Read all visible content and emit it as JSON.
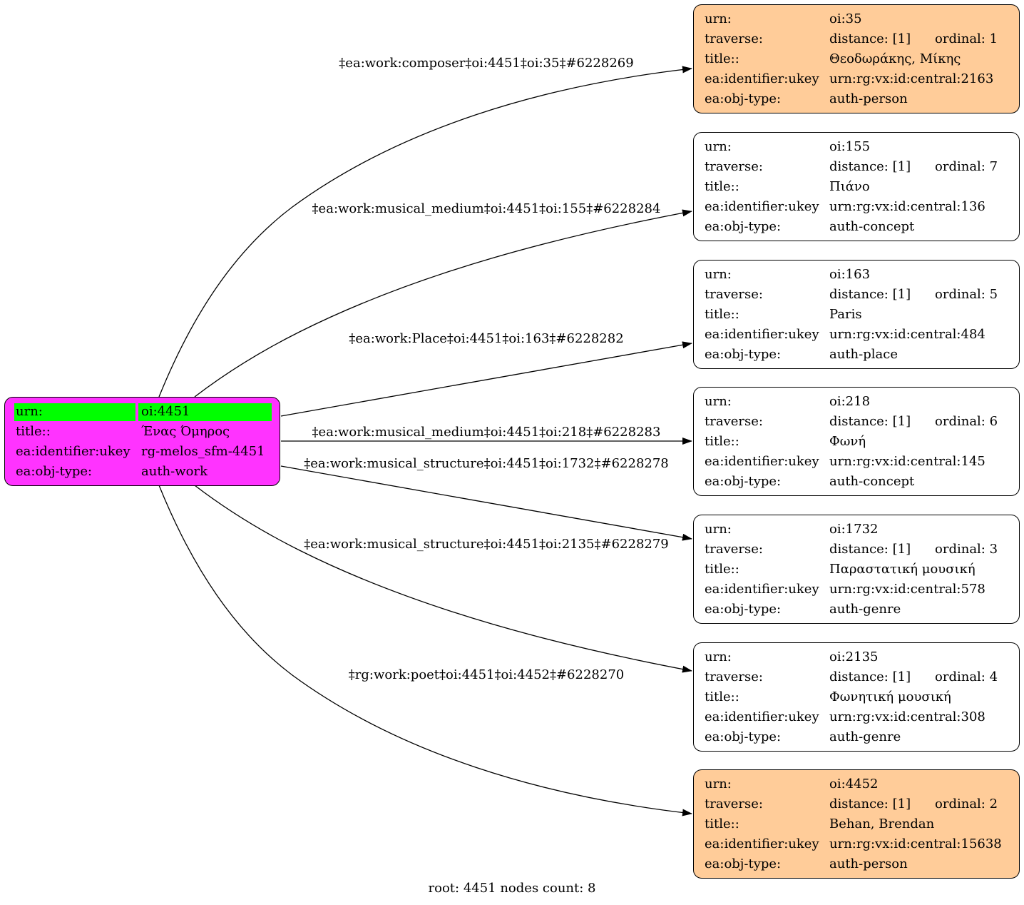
{
  "root": {
    "urn_label": "urn:",
    "urn": "oi:4451",
    "title_label": "title::",
    "title": "Ένας Όμηρος",
    "ukey_label": "ea:identifier:ukey",
    "ukey": "rg-melos_sfm-4451",
    "type_label": "ea:obj-type:",
    "type": "auth-work",
    "fill": "#ff33ff",
    "highlight": "#00ff00"
  },
  "nodes": [
    {
      "urn_label": "urn:",
      "urn": "oi:35",
      "traverse_label": "traverse:",
      "distance": "distance: [1]",
      "ordinal": "ordinal: 1",
      "title_label": "title::",
      "title": "Θεοδωράκης, Μίκης",
      "ukey_label": "ea:identifier:ukey",
      "ukey": "urn:rg:vx:id:central:2163",
      "type_label": "ea:obj-type:",
      "type": "auth-person",
      "fill": "#ffcc99"
    },
    {
      "urn_label": "urn:",
      "urn": "oi:155",
      "traverse_label": "traverse:",
      "distance": "distance: [1]",
      "ordinal": "ordinal: 7",
      "title_label": "title::",
      "title": "Πιάνο",
      "ukey_label": "ea:identifier:ukey",
      "ukey": "urn:rg:vx:id:central:136",
      "type_label": "ea:obj-type:",
      "type": "auth-concept",
      "fill": "#ffffff"
    },
    {
      "urn_label": "urn:",
      "urn": "oi:163",
      "traverse_label": "traverse:",
      "distance": "distance: [1]",
      "ordinal": "ordinal: 5",
      "title_label": "title::",
      "title": "Paris",
      "ukey_label": "ea:identifier:ukey",
      "ukey": "urn:rg:vx:id:central:484",
      "type_label": "ea:obj-type:",
      "type": "auth-place",
      "fill": "#ffffff"
    },
    {
      "urn_label": "urn:",
      "urn": "oi:218",
      "traverse_label": "traverse:",
      "distance": "distance: [1]",
      "ordinal": "ordinal: 6",
      "title_label": "title::",
      "title": "Φωνή",
      "ukey_label": "ea:identifier:ukey",
      "ukey": "urn:rg:vx:id:central:145",
      "type_label": "ea:obj-type:",
      "type": "auth-concept",
      "fill": "#ffffff"
    },
    {
      "urn_label": "urn:",
      "urn": "oi:1732",
      "traverse_label": "traverse:",
      "distance": "distance: [1]",
      "ordinal": "ordinal: 3",
      "title_label": "title::",
      "title": "Παραστατική μουσική",
      "ukey_label": "ea:identifier:ukey",
      "ukey": "urn:rg:vx:id:central:578",
      "type_label": "ea:obj-type:",
      "type": "auth-genre",
      "fill": "#ffffff"
    },
    {
      "urn_label": "urn:",
      "urn": "oi:2135",
      "traverse_label": "traverse:",
      "distance": "distance: [1]",
      "ordinal": "ordinal: 4",
      "title_label": "title::",
      "title": "Φωνητική μουσική",
      "ukey_label": "ea:identifier:ukey",
      "ukey": "urn:rg:vx:id:central:308",
      "type_label": "ea:obj-type:",
      "type": "auth-genre",
      "fill": "#ffffff"
    },
    {
      "urn_label": "urn:",
      "urn": "oi:4452",
      "traverse_label": "traverse:",
      "distance": "distance: [1]",
      "ordinal": "ordinal: 2",
      "title_label": "title::",
      "title": "Behan, Brendan",
      "ukey_label": "ea:identifier:ukey",
      "ukey": "urn:rg:vx:id:central:15638",
      "type_label": "ea:obj-type:",
      "type": "auth-person",
      "fill": "#ffcc99"
    }
  ],
  "edges": [
    {
      "label": "‡ea:work:composer‡oi:4451‡oi:35‡#6228269"
    },
    {
      "label": "‡ea:work:musical_medium‡oi:4451‡oi:155‡#6228284"
    },
    {
      "label": "‡ea:work:Place‡oi:4451‡oi:163‡#6228282"
    },
    {
      "label": "‡ea:work:musical_medium‡oi:4451‡oi:218‡#6228283"
    },
    {
      "label": "‡ea:work:musical_structure‡oi:4451‡oi:1732‡#6228278"
    },
    {
      "label": "‡ea:work:musical_structure‡oi:4451‡oi:2135‡#6228279"
    },
    {
      "label": "‡rg:work:poet‡oi:4451‡oi:4452‡#6228270"
    }
  ],
  "footer": "root: 4451 nodes count: 8"
}
